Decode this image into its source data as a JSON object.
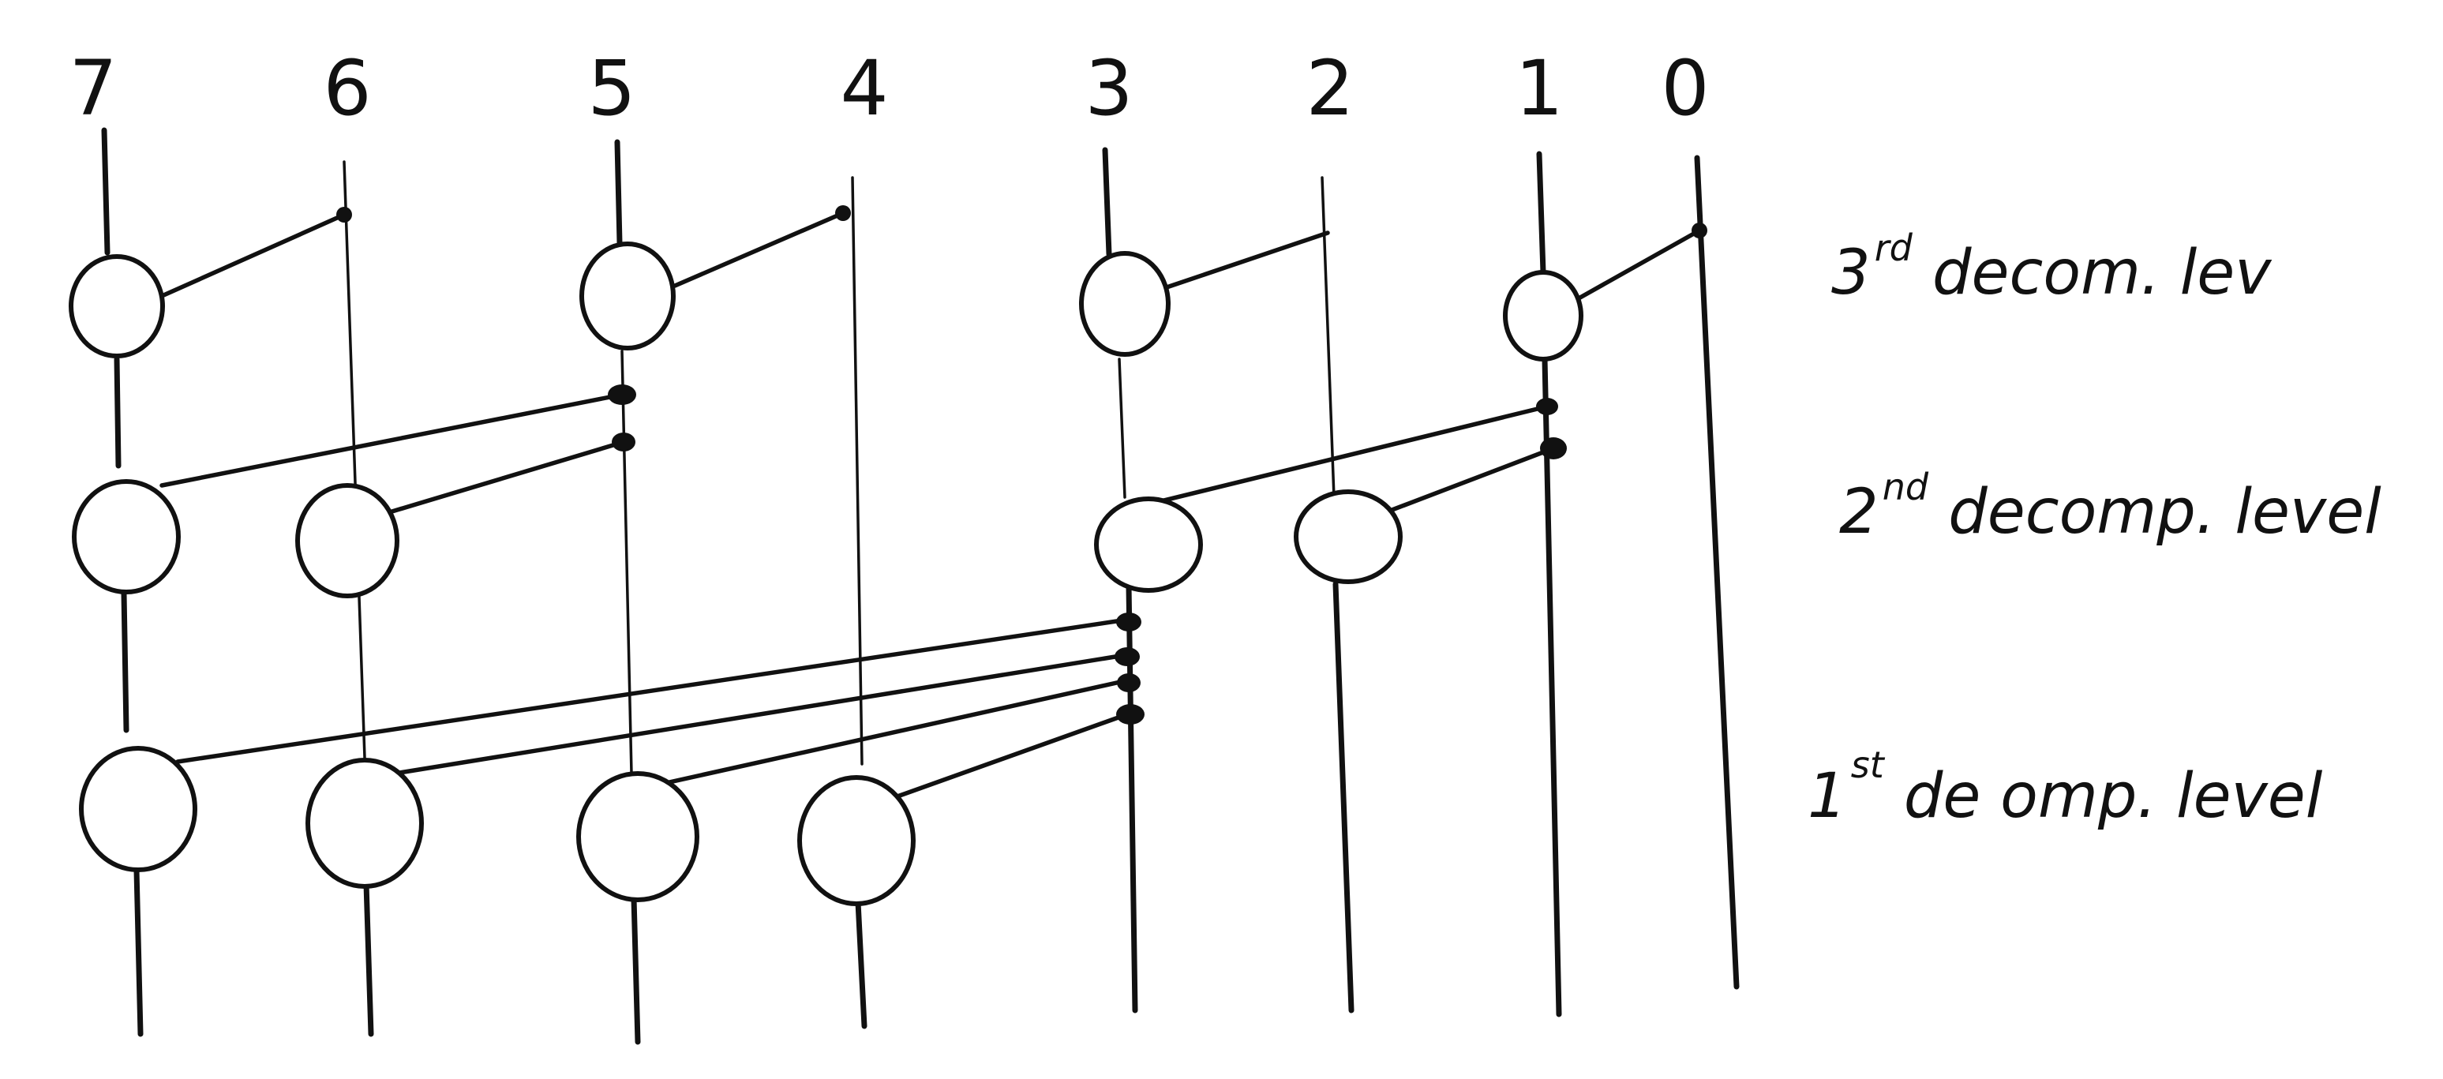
{
  "bits": [
    "7",
    "6",
    "5",
    "4",
    "3",
    "2",
    "1",
    "0"
  ],
  "levels": [
    {
      "num": "3",
      "sup": "rd",
      "text": "decom. lev"
    },
    {
      "num": "2",
      "sup": "nd",
      "text": "decomp. level"
    },
    {
      "num": "1",
      "sup": "st",
      "text": "de omp. level"
    }
  ]
}
